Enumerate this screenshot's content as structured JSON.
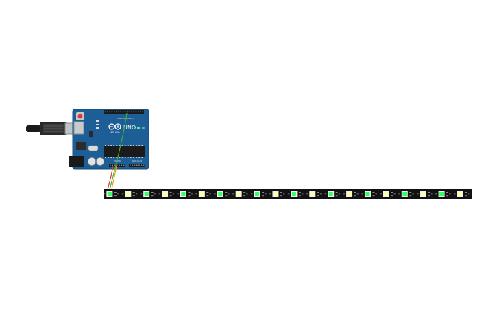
{
  "board": {
    "brand": "ARDUINO",
    "model": "UNO",
    "header_digital": "DIGITAL (PWM~)",
    "header_power": "POWER",
    "header_analog": "ANALOG IN",
    "led_label": "ON",
    "color": "#1d5e96"
  },
  "strip": {
    "color": "#111111",
    "led_count": 20,
    "led_colors": [
      "#33ff66",
      "#ffffaa"
    ]
  },
  "wires": [
    {
      "name": "data",
      "color": "#3fae2a"
    },
    {
      "name": "power",
      "color": "#d23a1e"
    },
    {
      "name": "ground",
      "color": "#e0a020"
    }
  ]
}
